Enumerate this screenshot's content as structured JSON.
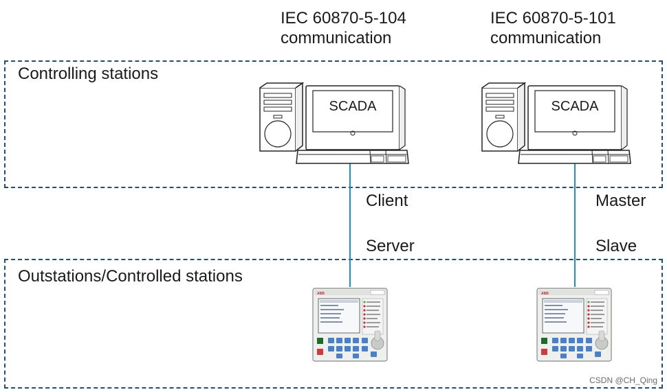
{
  "protocols": {
    "left": {
      "line1": "IEC 60870-5-104",
      "line2": "communication"
    },
    "right": {
      "line1": "IEC 60870-5-101",
      "line2": "communication"
    }
  },
  "zones": {
    "top": {
      "label": "Controlling stations"
    },
    "bottom": {
      "label": "Outstations/Controlled stations"
    }
  },
  "stations": {
    "left": {
      "screen_label": "SCADA",
      "upper_role": "Client",
      "lower_role": "Server"
    },
    "right": {
      "screen_label": "SCADA",
      "upper_role": "Master",
      "lower_role": "Slave"
    }
  },
  "ied_panel": {
    "brand": "ABB"
  },
  "watermark": "CSDN @CH_Qing",
  "colors": {
    "zone_border": "#1f4e79",
    "link_line": "#1e8fc4",
    "ied_accent": "#cc2b2b"
  }
}
